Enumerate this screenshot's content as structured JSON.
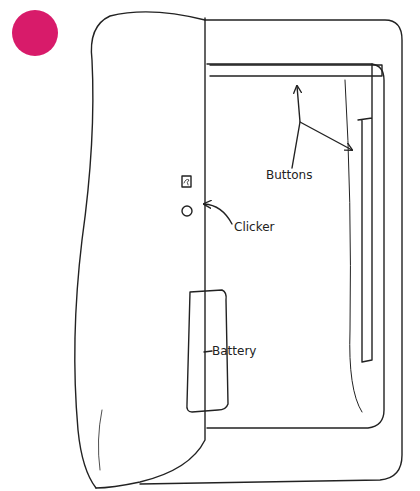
{
  "diagram": {
    "labels": [
      "Buttons",
      "Clicker",
      "Battery"
    ]
  }
}
